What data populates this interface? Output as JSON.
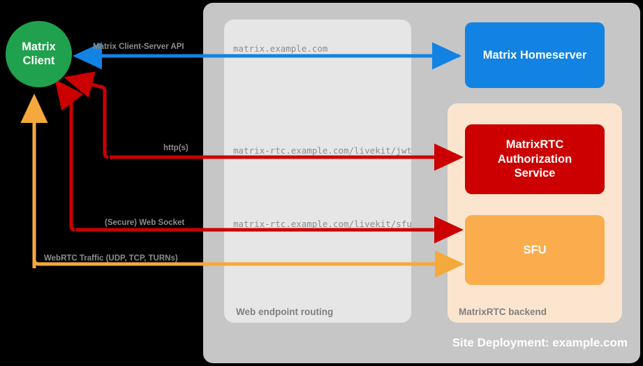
{
  "diagram": {
    "title": "Site Deployment: example.com",
    "client": {
      "label_line1": "Matrix",
      "label_line2": "Client",
      "color": "#20a14d"
    },
    "panels": [
      {
        "name": "site-deployment",
        "label": "Site Deployment: example.com",
        "color": "#c6c6c6"
      },
      {
        "name": "web-endpoint-routing",
        "label": "Web endpoint routing",
        "color": "#e6e6e6"
      },
      {
        "name": "matrixrtc-backend",
        "label": "MatrixRTC backend",
        "color": "#fce5ce"
      }
    ],
    "services": [
      {
        "name": "matrix-homeserver",
        "label": "Matrix Homeserver",
        "color": "#1283e3"
      },
      {
        "name": "matrixrtc-authorization-service",
        "label": "MatrixRTC\nAuthorization\nService",
        "line1": "MatrixRTC",
        "line2": "Authorization",
        "line3": "Service",
        "color": "#cc0000"
      },
      {
        "name": "sfu",
        "label": "SFU",
        "color": "#fbac4c"
      }
    ],
    "connections": [
      {
        "name": "matrix-client-server-api",
        "protocol_label": "Matrix Client-Server API",
        "endpoint": "matrix.example.com",
        "color": "#1283e3",
        "direction": "bidirectional"
      },
      {
        "name": "authorization-http",
        "protocol_label": "http(s)",
        "endpoint": "matrix-rtc.example.com/livekit/jwt",
        "color": "#cc0000",
        "direction": "bidirectional"
      },
      {
        "name": "sfu-websocket",
        "protocol_label": "(Secure) Web Socket",
        "endpoint": "matrix-rtc.example.com/livekit/sfu",
        "color": "#cc0000",
        "direction": "bidirectional"
      },
      {
        "name": "webrtc-traffic",
        "protocol_label": "WebRTC Traffic (UDP, TCP, TURNs)",
        "endpoint": "",
        "color": "#f5a93c",
        "direction": "bidirectional"
      }
    ]
  }
}
